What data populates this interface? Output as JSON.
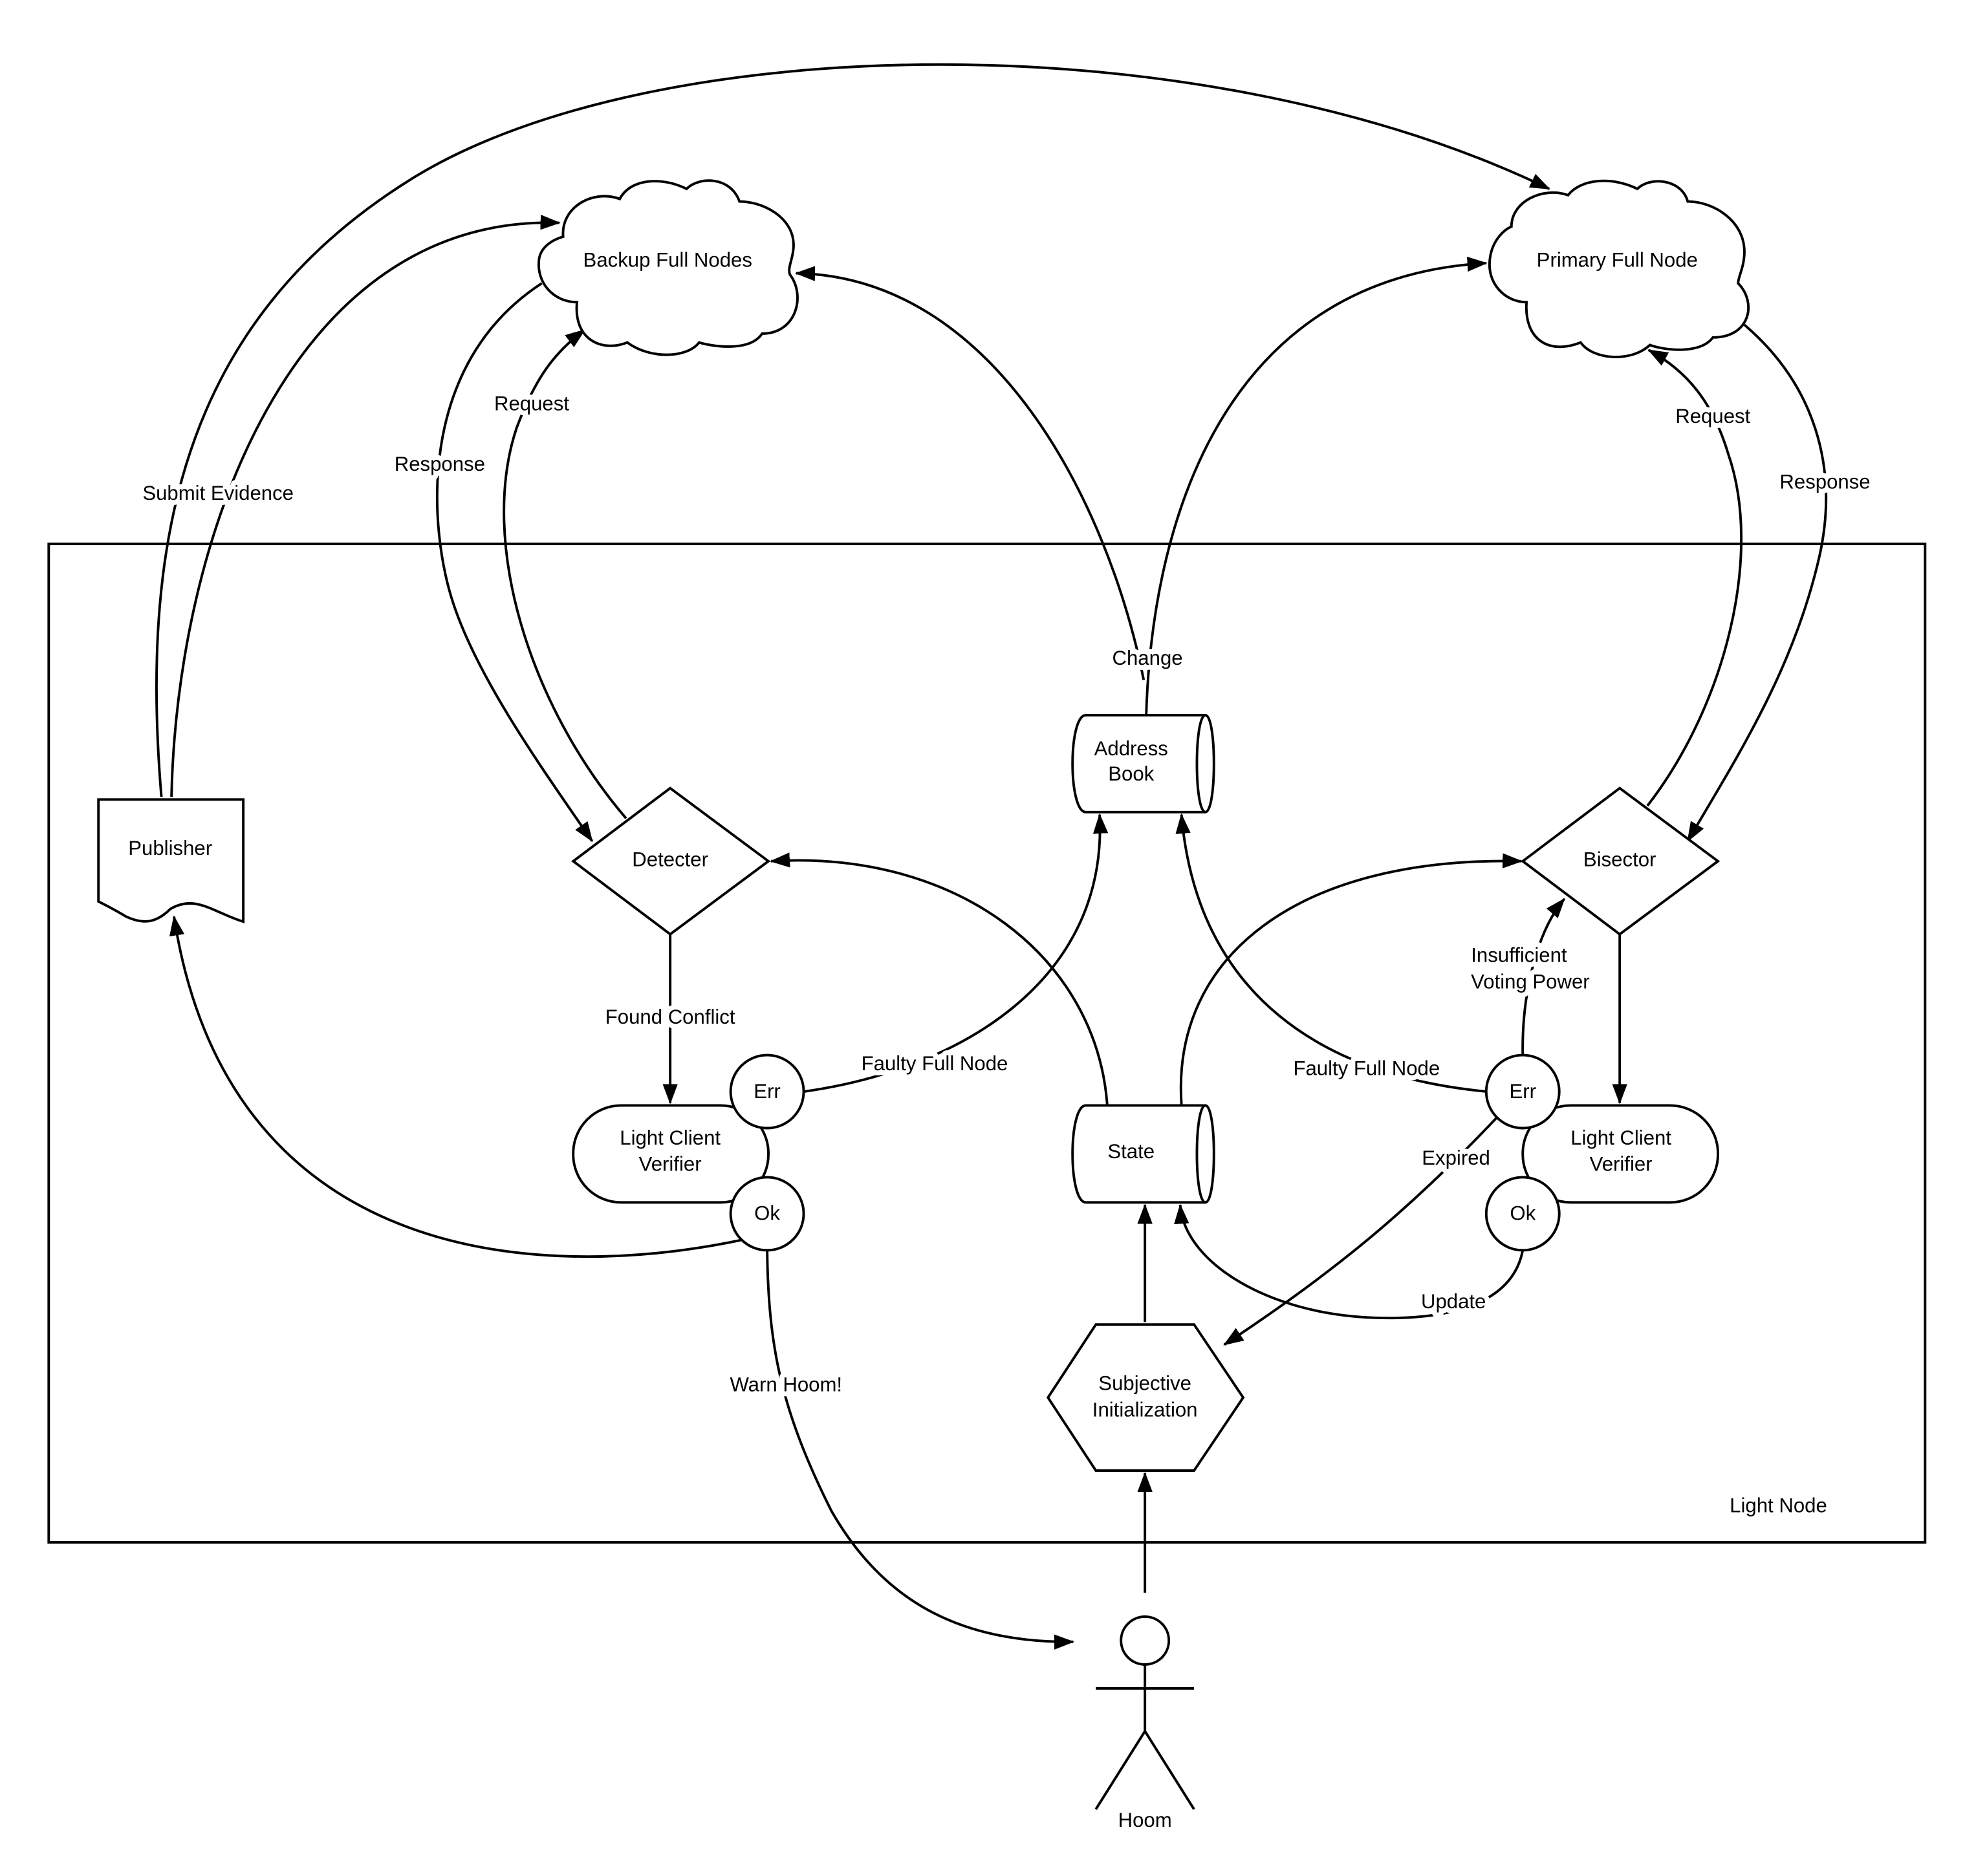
{
  "diagram": {
    "container": {
      "label": "Light Node"
    },
    "nodes": {
      "backup_full_nodes": "Backup Full Nodes",
      "primary_full_node": "Primary Full Node",
      "publisher": "Publisher",
      "detecter": "Detecter",
      "address_book_1": "Address",
      "address_book_2": "Book",
      "bisector": "Bisector",
      "lcv_left_1": "Light Client",
      "lcv_left_2": "Verifier",
      "lcv_right_1": "Light Client",
      "lcv_right_2": "Verifier",
      "err_left": "Err",
      "ok_left": "Ok",
      "err_right": "Err",
      "ok_right": "Ok",
      "state": "State",
      "subjective_init_1": "Subjective",
      "subjective_init_2": "Initialization",
      "hoom": "Hoom"
    },
    "edges": {
      "submit_evidence": "Submit Evidence",
      "response_left": "Response",
      "request_left": "Request",
      "request_right": "Request",
      "response_right": "Response",
      "change": "Change",
      "found_conflict": "Found Conflict",
      "faulty_full_node_left": "Faulty Full Node",
      "faulty_full_node_right": "Faulty Full Node",
      "insufficient_1": "Insufficient",
      "insufficient_2": "Voting Power",
      "expired": "Expired",
      "update": "Update",
      "warn_hoom": "Warn Hoom!"
    }
  }
}
